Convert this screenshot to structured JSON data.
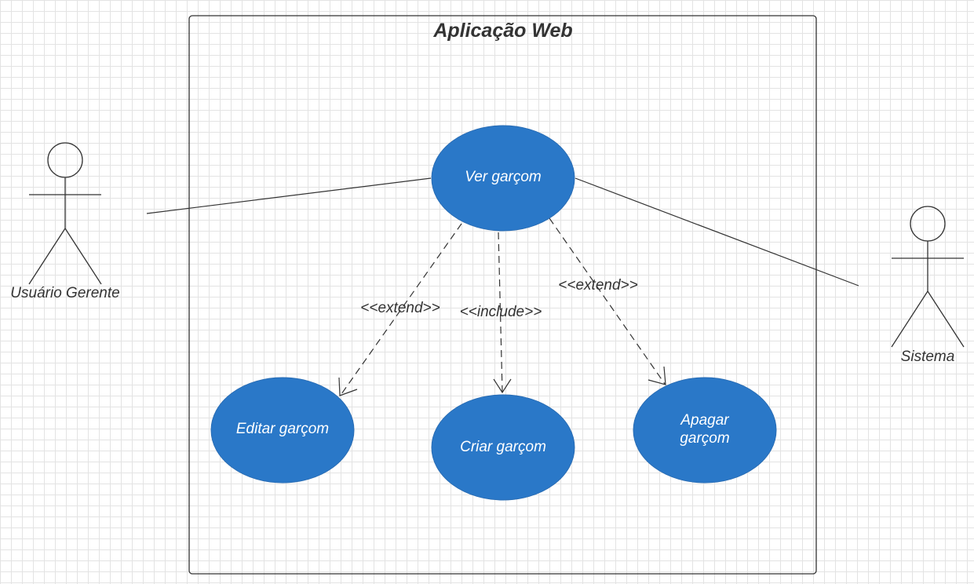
{
  "system": {
    "title": "Aplicação Web"
  },
  "actors": {
    "manager": {
      "label": "Usuário Gerente"
    },
    "system": {
      "label": "Sistema"
    }
  },
  "use_cases": {
    "view": {
      "label": "Ver garçom"
    },
    "edit": {
      "label": "Editar garçom"
    },
    "create": {
      "label": "Criar garçom"
    },
    "delete": {
      "label_line1": "Apagar",
      "label_line2": "garçom"
    }
  },
  "relationships": {
    "edit": {
      "label": "<<extend>>"
    },
    "create": {
      "label": "<<include>>"
    },
    "delete": {
      "label": "<<extend>>"
    }
  },
  "colors": {
    "use_case_fill": "#2a78c8",
    "line": "#333333",
    "grid": "#e3e3e3"
  }
}
